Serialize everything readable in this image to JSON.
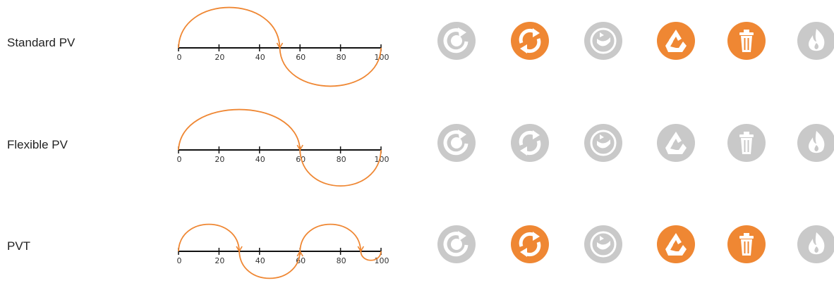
{
  "colors": {
    "active": "#ef8733",
    "inactive": "#c9c9c9",
    "axis": "#111111",
    "curve": "#ef8733"
  },
  "axis": {
    "ticks": [
      "0",
      "20",
      "40",
      "60",
      "80",
      "100"
    ]
  },
  "icons": [
    "reuse-icon",
    "refurbish-icon",
    "remanufacture-icon",
    "recycle-icon",
    "landfill-icon",
    "incinerate-icon"
  ],
  "rows": [
    {
      "label": "Standard PV",
      "arc_breaks": [
        0,
        50,
        100
      ],
      "icons_active": [
        false,
        true,
        false,
        true,
        true,
        false
      ]
    },
    {
      "label": "Flexible PV",
      "arc_breaks": [
        0,
        60,
        100
      ],
      "icons_active": [
        false,
        false,
        false,
        false,
        false,
        false
      ]
    },
    {
      "label": "PVT",
      "arc_breaks": [
        0,
        30,
        60,
        90,
        100
      ],
      "icons_active": [
        false,
        true,
        false,
        true,
        true,
        false
      ]
    }
  ]
}
